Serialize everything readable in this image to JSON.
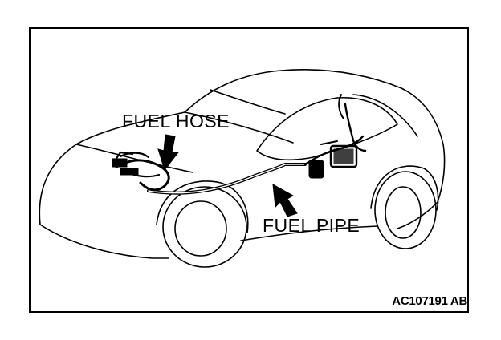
{
  "labels": {
    "fuel_hose": "FUEL HOSE",
    "fuel_pipe": "FUEL PIPE"
  },
  "figure_code": "AC107191 AB",
  "colors": {
    "ink": "#000000",
    "paper": "#ffffff"
  }
}
